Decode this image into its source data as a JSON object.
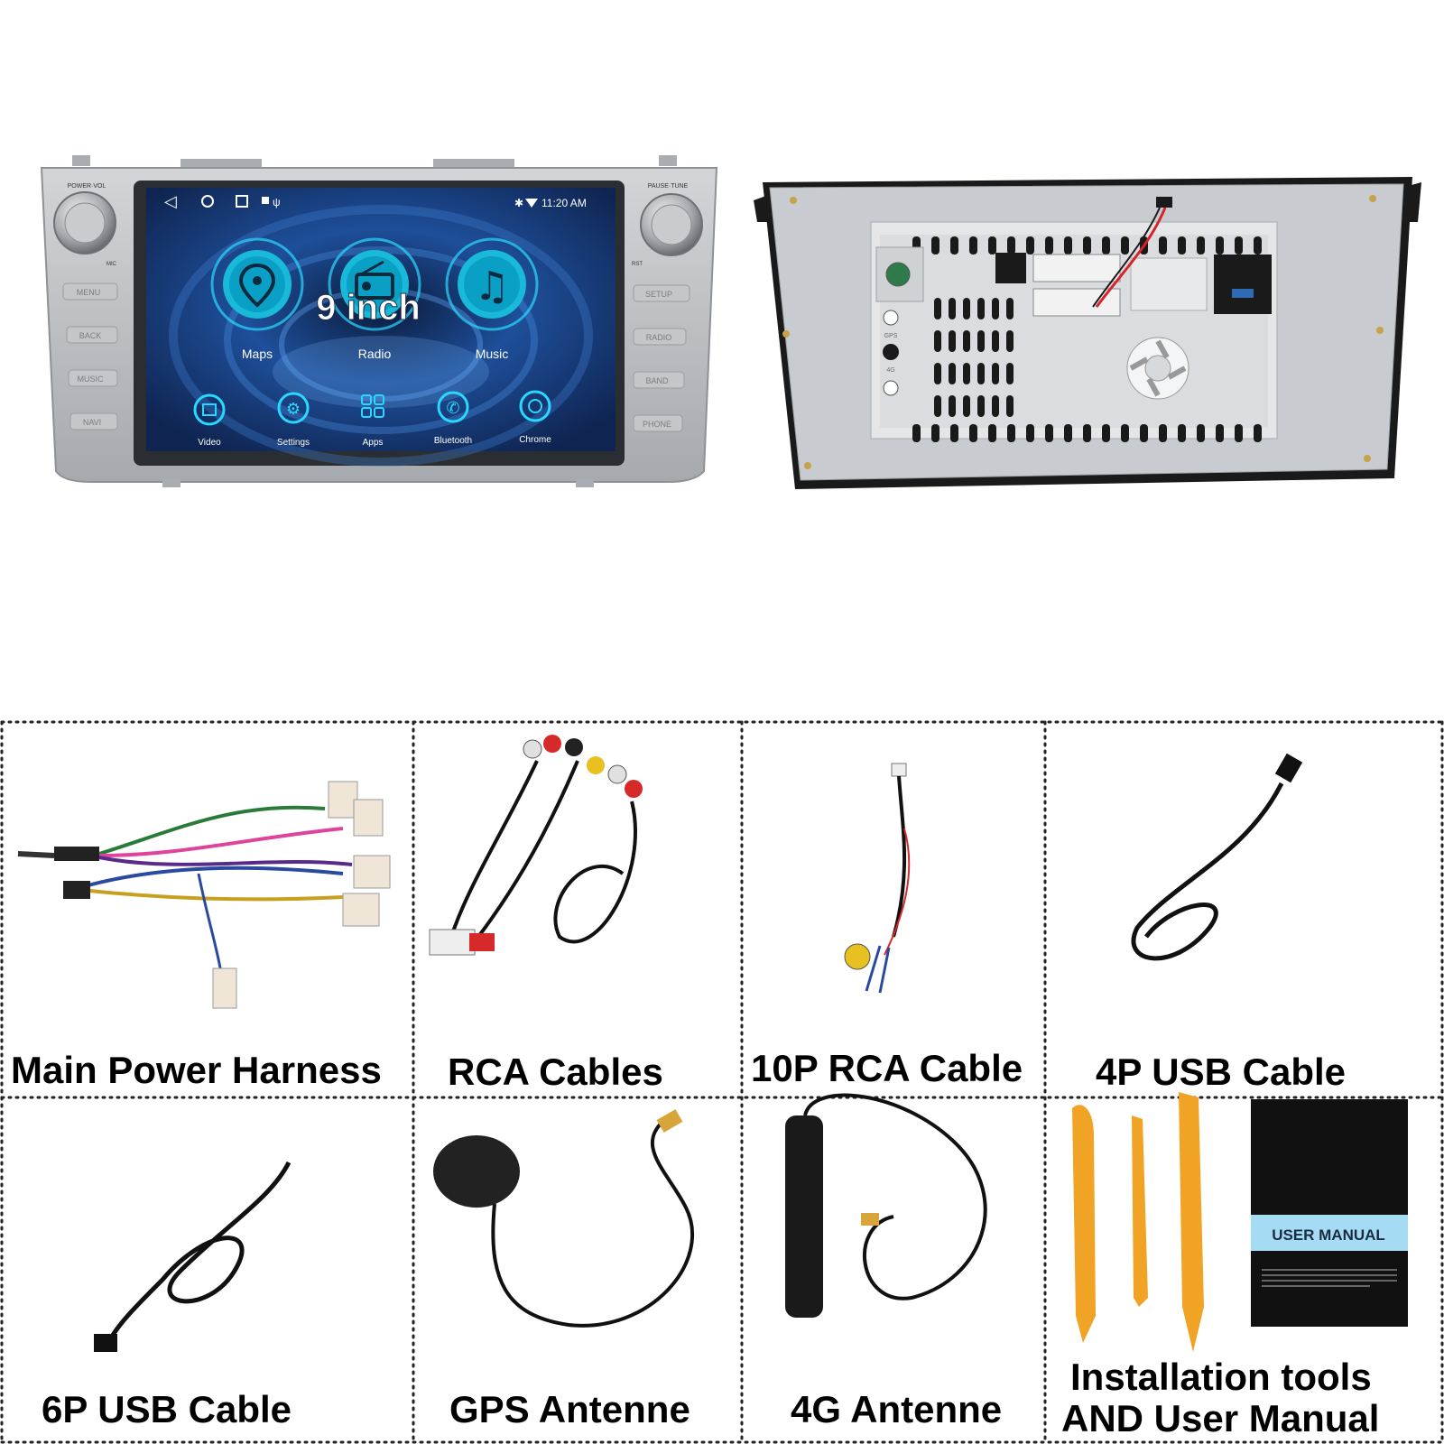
{
  "front": {
    "knob_left_label": "POWER·VOL",
    "knob_right_label": "PAUSE·TUNE",
    "mic_label": "MIC",
    "rst_label": "RST",
    "left_buttons": [
      "MENU",
      "BACK",
      "MUSIC",
      "NAVI"
    ],
    "right_buttons": [
      "SETUP",
      "RADIO",
      "BAND",
      "PHONE"
    ],
    "status_time": "11:20 AM",
    "overlay_text": "9 inch",
    "big_apps": [
      {
        "label": "Maps",
        "icon": "map-pin-icon"
      },
      {
        "label": "Radio",
        "icon": "radio-icon"
      },
      {
        "label": "Music",
        "icon": "music-note-icon"
      }
    ],
    "small_apps": [
      {
        "label": "Video",
        "icon": "video-icon"
      },
      {
        "label": "Settings",
        "icon": "gear-icon"
      },
      {
        "label": "Apps",
        "icon": "apps-grid-icon"
      },
      {
        "label": "Bluetooth",
        "icon": "phone-icon"
      },
      {
        "label": "Chrome",
        "icon": "chrome-icon"
      }
    ],
    "colors": {
      "bezel": "#b9bcbf",
      "screen_glow": "#25e0ff"
    }
  },
  "back": {
    "port_labels": [
      "GPS",
      "4G"
    ],
    "colors": {
      "panel": "#c8ccd0",
      "frame": "#1a1a1a"
    }
  },
  "items": [
    {
      "label": "Main Power Harness"
    },
    {
      "label": "RCA Cables"
    },
    {
      "label": "10P RCA Cable"
    },
    {
      "label": "4P USB Cable"
    },
    {
      "label": "6P USB Cable"
    },
    {
      "label": "GPS Antenne"
    },
    {
      "label": "4G Antenne"
    },
    {
      "label_line1": "Installation tools",
      "label_line2": "AND User Manual",
      "manual_title": "USER MANUAL"
    }
  ]
}
